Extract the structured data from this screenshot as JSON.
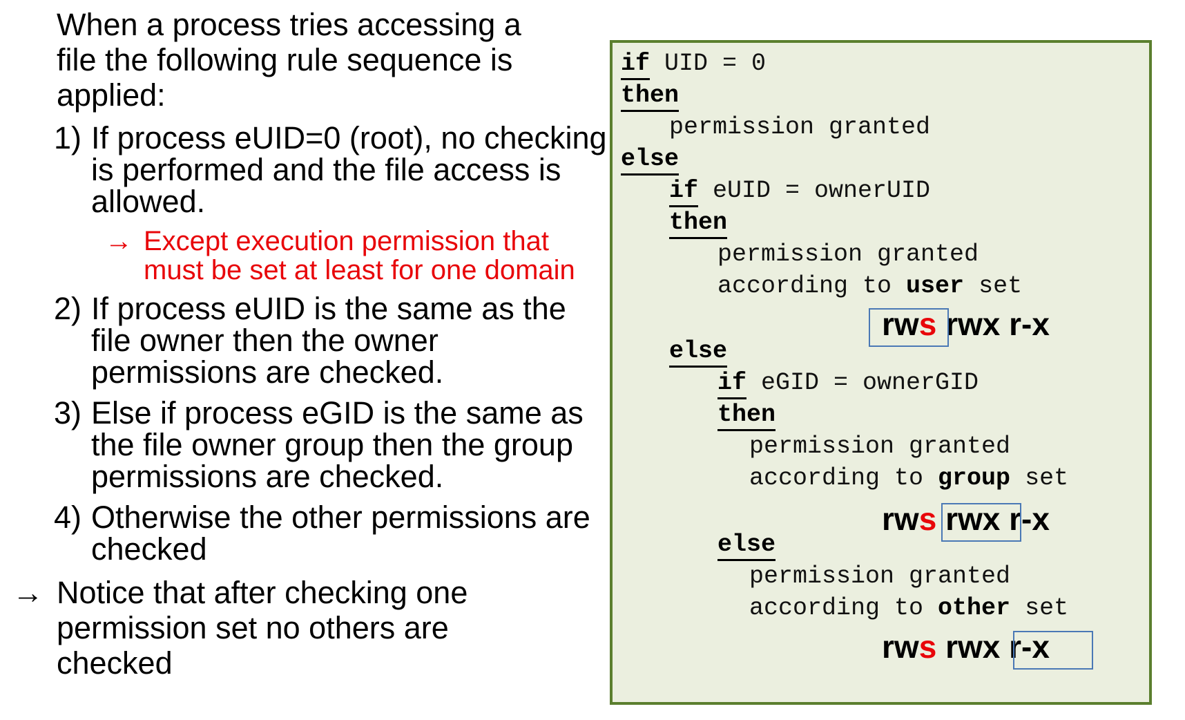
{
  "left": {
    "intro": [
      "When a process tries accessing a",
      "file the following rule sequence is",
      "applied:"
    ],
    "items": [
      {
        "num": "1)",
        "lines": [
          "If process eUID=0 (root), no checking",
          "is performed and the file access is",
          "allowed."
        ]
      },
      {
        "num": "2)",
        "lines": [
          "If process eUID is the same as the",
          "file owner then the owner",
          "permissions are checked."
        ]
      },
      {
        "num": "3)",
        "lines": [
          "Else if process eGID is the same as",
          "the file owner group then the group",
          "permissions are checked."
        ]
      },
      {
        "num": "4)",
        "lines": [
          "Otherwise the other permissions are",
          "checked"
        ]
      }
    ],
    "note_arrow": "→",
    "note": [
      "Except execution permission that",
      "must be set at least for one domain"
    ],
    "notice_arrow": "→",
    "notice": [
      "Notice that after checking one",
      "permission set no others are",
      "checked"
    ]
  },
  "code": {
    "if": "if",
    "then": "then",
    "else": "else",
    "uid_cond": " UID = 0",
    "euid_cond": " eUID = ownerUID",
    "egid_cond": " eGID = ownerGID",
    "granted": "permission granted",
    "according_to": "according to ",
    "set": " set",
    "user": "user",
    "group": "group",
    "other": "other"
  },
  "perm": {
    "owner_base": "rw",
    "owner_s": "s",
    "group": "rwx",
    "other": "r-x"
  },
  "colors": {
    "box_bg": "#ebefdf",
    "box_border": "#5b7f2e",
    "accent_red": "#e8060a",
    "highlight_border": "#4a78b5"
  }
}
